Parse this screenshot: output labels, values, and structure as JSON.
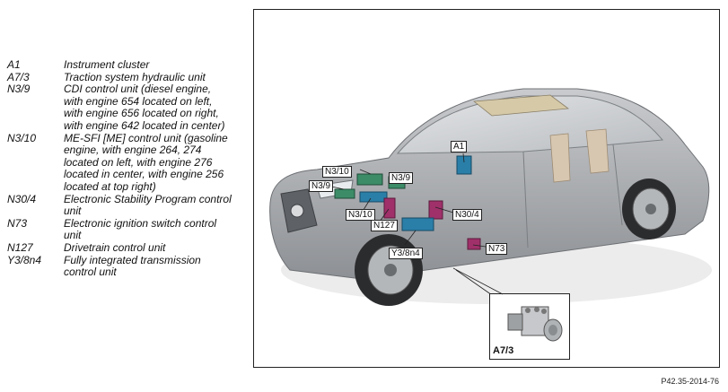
{
  "legend": [
    {
      "code": "A1",
      "description": "Instrument cluster"
    },
    {
      "code": "A7/3",
      "description": "Traction system hydraulic unit"
    },
    {
      "code": "N3/9",
      "description": "CDI control unit (diesel engine,\nwith engine 654 located on left,\nwith engine 656 located on right,\nwith engine 642 located in center)"
    },
    {
      "code": "N3/10",
      "description": "ME-SFI [ME] control unit (gasoline\nengine, with engine 264, 274\nlocated on left, with engine 276\nlocated in center, with engine 256\nlocated at top right)"
    },
    {
      "code": "N30/4",
      "description": "Electronic Stability Program control\nunit"
    },
    {
      "code": "N73",
      "description": "Electronic ignition switch control\nunit"
    },
    {
      "code": "N127",
      "description": "Drivetrain control unit"
    },
    {
      "code": "Y3/8n4",
      "description": "Fully integrated transmission\ncontrol unit"
    }
  ],
  "callouts": {
    "a1": "A1",
    "n3_10_top": "N3/10",
    "n3_9_right": "N3/9",
    "n3_9_left": "N3/9",
    "n3_10_bottom": "N3/10",
    "n127": "N127",
    "n30_4": "N30/4",
    "y3_8n4": "Y3/8n4",
    "n73": "N73"
  },
  "inset": {
    "label": "A7/3"
  },
  "figure_code": "P42.35-2014-76",
  "colors": {
    "component_blue": "#2a7fa8",
    "component_green": "#3c8c68",
    "component_magenta": "#a0306a",
    "car_body": "#a9abae"
  }
}
